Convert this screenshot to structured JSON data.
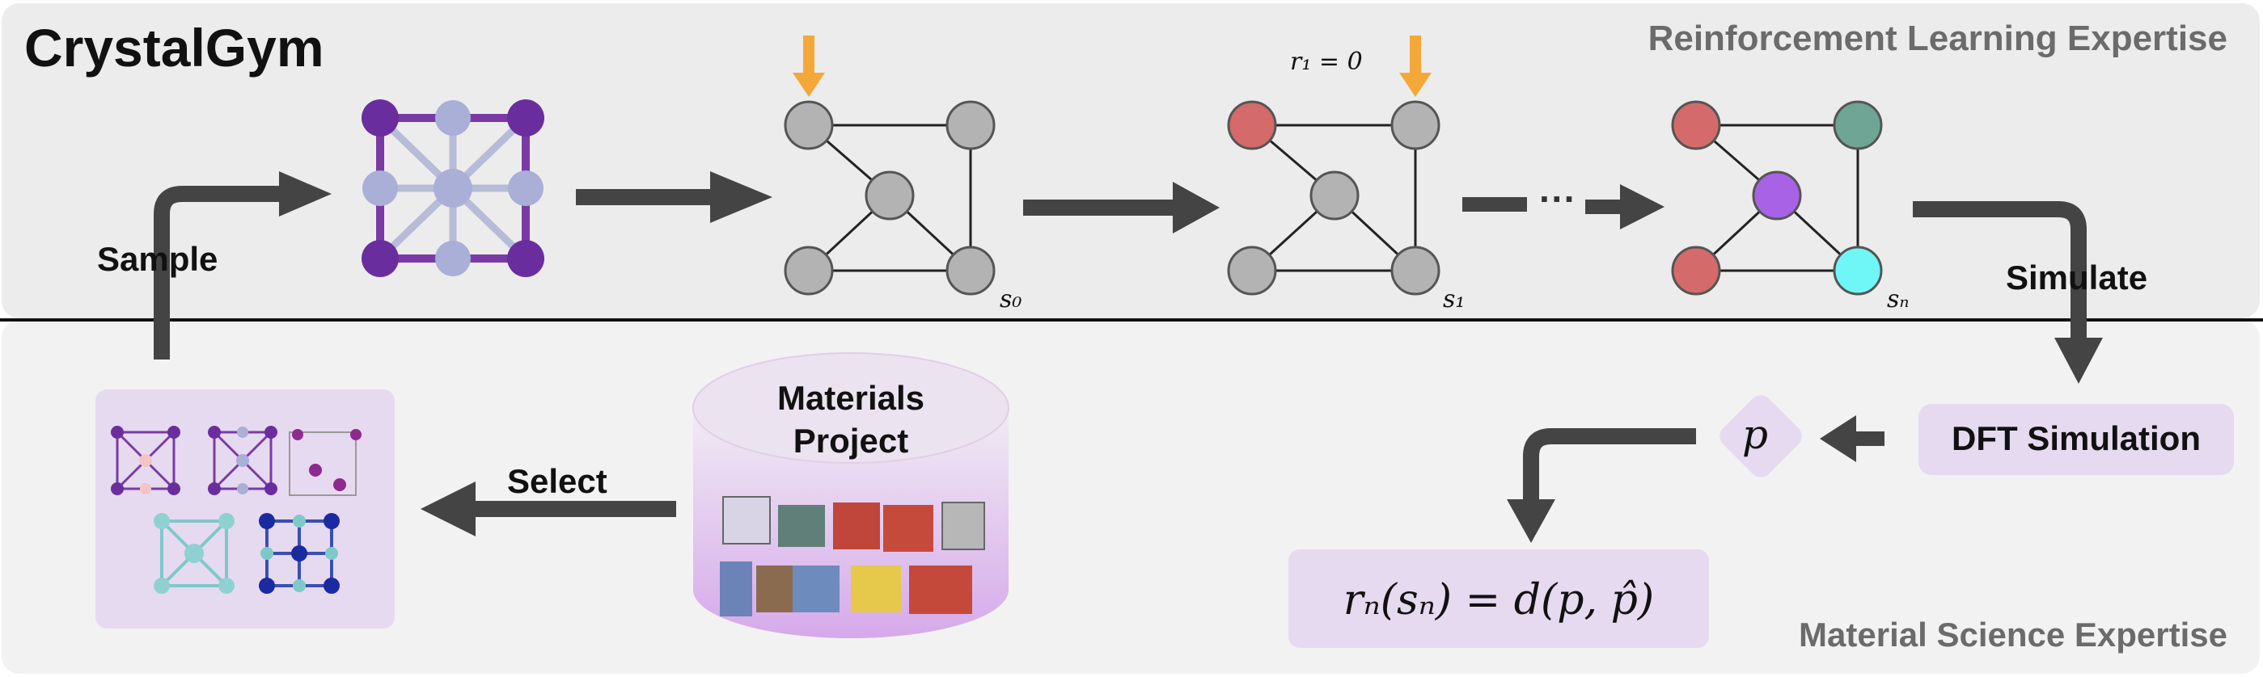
{
  "title": "CrystalGym",
  "sections": {
    "top": "Reinforcement Learning Expertise",
    "bottom": "Material Science Expertise"
  },
  "labels": {
    "sample": "Sample",
    "simulate": "Simulate",
    "select": "Select",
    "materials_project": [
      "Materials",
      "Project"
    ],
    "dft": "DFT Simulation",
    "ellipsis": "···"
  },
  "math": {
    "r1": "r₁ = 0",
    "s0": "s₀",
    "s1": "s₁",
    "sN": "sₙ",
    "p": "p",
    "reward": "rₙ(sₙ) = d(p, p̂)"
  },
  "node_colors": {
    "empty": "#b3b3b3",
    "red": "#d46a6a",
    "teal": "#6fa595",
    "purple": "#a862e6",
    "cyan": "#6ff7f7"
  },
  "graph_states": [
    {
      "name": "s0",
      "nodes": [
        "empty",
        "empty",
        "empty",
        "empty",
        "empty"
      ]
    },
    {
      "name": "s1",
      "nodes": [
        "red",
        "empty",
        "empty",
        "empty",
        "empty"
      ]
    },
    {
      "name": "sN",
      "nodes": [
        "red",
        "teal",
        "purple",
        "red",
        "cyan"
      ]
    }
  ],
  "colors": {
    "top_bg": "#eeeeee",
    "bottom_bg": "#f3f3f3",
    "arrow": "#444444",
    "pointer": "#f4a83a",
    "panel": "#e8dcf0"
  }
}
